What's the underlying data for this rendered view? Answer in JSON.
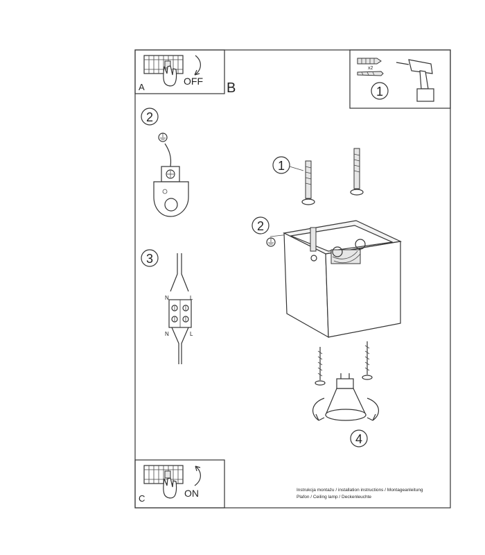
{
  "panels": {
    "a": {
      "letter": "A",
      "label": "OFF"
    },
    "b": {
      "letter": "B"
    },
    "c": {
      "letter": "C",
      "label": "ON"
    }
  },
  "steps": {
    "drill": "1",
    "ground": "2",
    "wiring": "3",
    "main_anchor": "1",
    "main_ground": "2",
    "bulb": "4"
  },
  "labels": {
    "multiplier": "x2",
    "n_top": "N",
    "l_top": "L",
    "n_bottom": "N",
    "l_bottom": "L"
  },
  "footer": {
    "line1": "Instrukcja montażu / installation instructions / Montageanleitung",
    "line2": "Plafon / Ceiling lamp / Deckenleuchte"
  }
}
